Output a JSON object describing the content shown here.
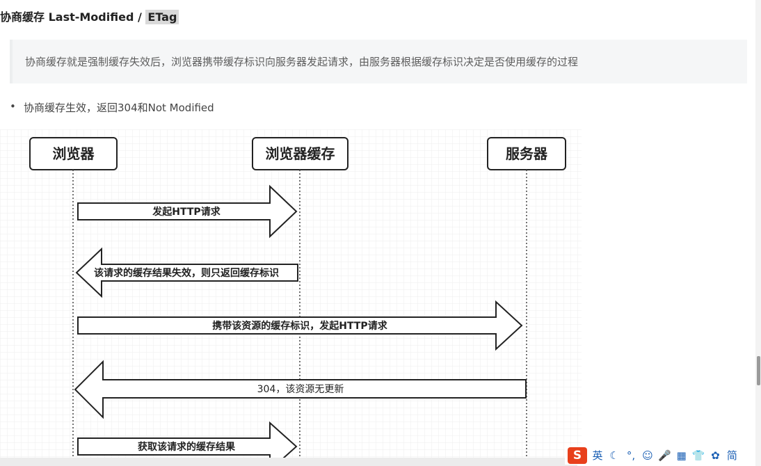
{
  "heading": {
    "prefix": "协商缓存 Last-Modified / ",
    "tag": "ETag"
  },
  "quote": "协商缓存就是强制缓存失效后，浏览器携带缓存标识向服务器发起请求，由服务器根据缓存标识决定是否使用缓存的过程",
  "bullet": "协商缓存生效，返回304和Not Modified",
  "diagram": {
    "actors": [
      "浏览器",
      "浏览器缓存",
      "服务器"
    ],
    "arrows": [
      "发起HTTP请求",
      "该请求的缓存结果失效，则只返回缓存标识",
      "携带该资源的缓存标识，发起HTTP请求",
      "304，该资源无更新",
      "获取该请求的缓存结果"
    ]
  },
  "ime": {
    "logo": "S",
    "items": [
      "英",
      "☾",
      "°,",
      "☺",
      "🎤",
      "▦",
      "👕",
      "✿",
      "简"
    ]
  }
}
